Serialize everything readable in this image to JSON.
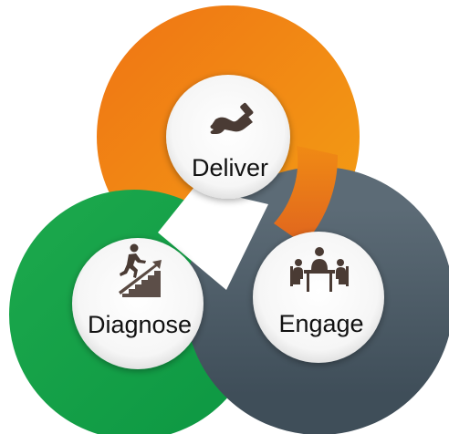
{
  "diagram": {
    "items": [
      {
        "label": "Deliver",
        "icon": "hand-giving-icon",
        "color": "#f57c12"
      },
      {
        "label": "Diagnose",
        "icon": "climbing-stairs-icon",
        "color": "#16a34f"
      },
      {
        "label": "Engage",
        "icon": "meeting-table-icon",
        "color": "#4a5a66"
      }
    ],
    "icon_color": "#4a3b34"
  }
}
